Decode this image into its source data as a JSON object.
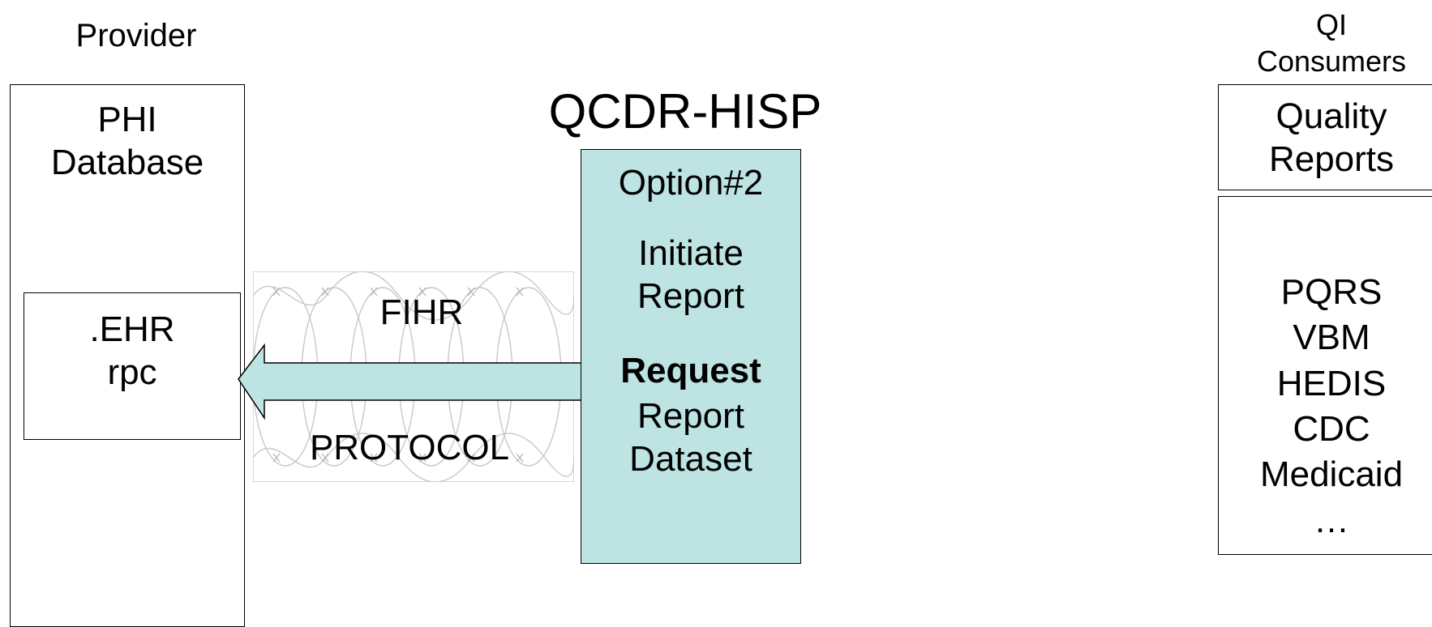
{
  "provider": {
    "title": "Provider",
    "database_lines": [
      "PHI",
      "Database"
    ],
    "module_lines": [
      ".EHR",
      "rpc"
    ]
  },
  "channel": {
    "top_label": "FIHR",
    "bottom_label": "PROTOCOL",
    "fill_color": "#bde3e3"
  },
  "qcdr": {
    "title": "QCDR-HISP",
    "option": "Option#2",
    "initiate_lines": [
      "Initiate",
      "Report"
    ],
    "request_bold": "Request",
    "request_lines": [
      "Report",
      "Dataset"
    ],
    "fill_color": "#bde3e3"
  },
  "consumers": {
    "title_lines": [
      "QI",
      "Consumers"
    ],
    "header_lines": [
      "Quality",
      "Reports"
    ],
    "reports": [
      "PQRS",
      "VBM",
      "HEDIS",
      "CDC",
      "Medicaid",
      "…"
    ]
  },
  "icons": [
    "left-arrow-icon",
    "barbed-wire-icon"
  ]
}
